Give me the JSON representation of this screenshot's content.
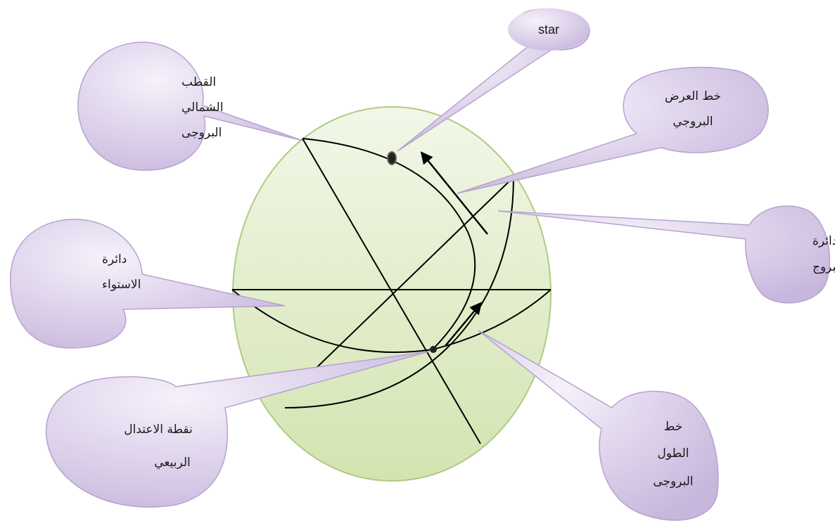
{
  "colors": {
    "sphere_fill_top": "#f2f7e8",
    "sphere_fill_bottom": "#d3e4b0",
    "sphere_stroke": "#aecb84",
    "callout_fill_light": "#f6f1fb",
    "callout_fill_dark": "#c8b7dd",
    "callout_stroke": "#b5a2cf",
    "line": "#000000"
  },
  "labels": {
    "star": "star",
    "ecliptic_north_pole": [
      "القطب",
      "الشمالي",
      "البروجى"
    ],
    "ecliptic_latitude": [
      "خط العرض",
      "البروجي"
    ],
    "ecliptic_circle": [
      "دائرة",
      "البروج"
    ],
    "celestial_equator": [
      "دائرة",
      "الاستواء"
    ],
    "vernal_equinox": [
      "نقطة الاعتدال",
      "الربيعي"
    ],
    "ecliptic_longitude": [
      "خط",
      "الطول",
      "البروجى"
    ]
  }
}
